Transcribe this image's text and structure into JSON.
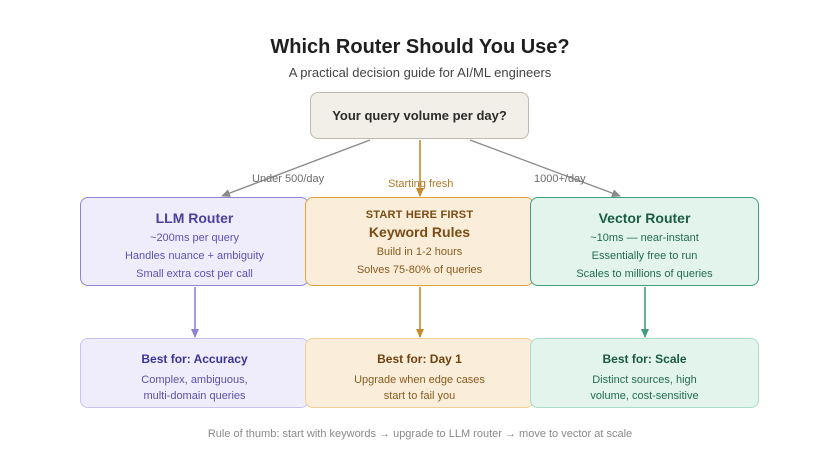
{
  "title": "Which Router Should You Use?",
  "subtitle": "A practical decision guide for AI/ML engineers",
  "question": "Your query volume per day?",
  "edges": {
    "left": "Under 500/day",
    "center": "Starting fresh",
    "right": "1000+/day"
  },
  "routers": {
    "llm": {
      "name": "LLM Router",
      "lines": [
        "~200ms per query",
        "Handles nuance + ambiguity",
        "Small extra cost per call"
      ]
    },
    "keyword": {
      "eyebrow": "START HERE FIRST",
      "name": "Keyword Rules",
      "lines": [
        "Build in 1-2 hours",
        "Solves 75-80% of queries"
      ]
    },
    "vector": {
      "name": "Vector Router",
      "lines": [
        "~10ms — near-instant",
        "Essentially free to run",
        "Scales to millions of queries"
      ]
    }
  },
  "outcomes": {
    "llm": {
      "heading": "Best for: Accuracy",
      "lines": [
        "Complex, ambiguous,",
        "multi-domain queries"
      ]
    },
    "keyword": {
      "heading": "Best for: Day 1",
      "lines": [
        "Upgrade when edge cases",
        "start to fail you"
      ]
    },
    "vector": {
      "heading": "Best for: Scale",
      "lines": [
        "Distinct sources, high",
        "volume, cost-sensitive"
      ]
    }
  },
  "footer": "Rule of thumb: start with keywords → upgrade to LLM router → move to vector at scale",
  "colors": {
    "llm": "#8f84d4",
    "keyword": "#c8892a",
    "vector": "#3f9e7b",
    "neutral_arrow": "#8a8a8a"
  }
}
